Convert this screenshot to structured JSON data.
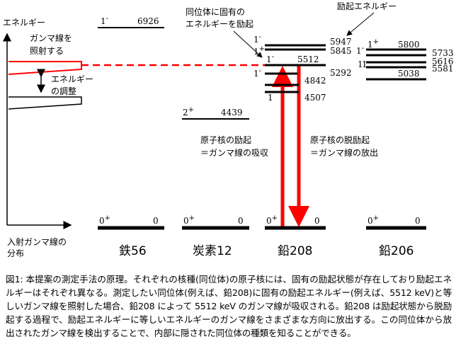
{
  "axes": {
    "y_label": "エネルギー",
    "x_label_line1": "入射ガンマ線の",
    "x_label_line2": "分布"
  },
  "left_panel": {
    "irradiate_line1": "ガンマ線を",
    "irradiate_line2": "照射する",
    "adjust_line1": "エネルギー",
    "adjust_line2": "の調整"
  },
  "callouts": {
    "isotope_line1": "同位体に固有の",
    "isotope_line2": "エネルギーを励起",
    "excited_energy": "励起エネルギー"
  },
  "process": {
    "excitation_line1": "原子核の励起",
    "excitation_line2": "＝ガンマ線の吸収",
    "deexcitation_line1": "原子核の脱励起",
    "deexcitation_line2": "＝ガンマ線の放出"
  },
  "nuclei": [
    {
      "name": "鉄56",
      "ground": {
        "spin": "0+",
        "energy": "0"
      },
      "levels": [
        {
          "spin": "1-",
          "energy": "6926"
        }
      ]
    },
    {
      "name": "炭素12",
      "ground": {
        "spin": "0+",
        "energy": "0"
      },
      "levels": [
        {
          "spin": "2+",
          "energy": "4439"
        }
      ]
    },
    {
      "name": "鉛208",
      "ground": {
        "spin": "0+",
        "energy": "0"
      },
      "levels": [
        {
          "spin": "1-",
          "energy": "5947"
        },
        {
          "spin": "1+",
          "energy": "5845"
        },
        {
          "spin": "1-",
          "energy": "5512"
        },
        {
          "spin": "1-",
          "energy": "5292"
        },
        {
          "spin": "",
          "energy": "4842"
        },
        {
          "spin": "1",
          "energy": "4507"
        }
      ]
    },
    {
      "name": "鉛206",
      "ground": {
        "spin": "0+",
        "energy": "0"
      },
      "levels": [
        {
          "spin": "1+",
          "energy": "5800"
        },
        {
          "spin": "1-",
          "energy": "5733"
        },
        {
          "spin": "1-",
          "energy": "5616"
        },
        {
          "spin": "1-",
          "energy": "5581"
        },
        {
          "spin": "",
          "energy": "5038"
        }
      ]
    }
  ],
  "caption": "図1:  本提案の測定手法の原理。それぞれの核種(同位体)の原子核には、固有の励起状態が存在しており励起エネルギーはそれぞれ異なる。測定したい同位体(例えば、鉛208)に固有の励起エネルギー(例えば、5512 keV)と等しいガンマ線を照射した場合、鉛208 によって 5512 keV のガンマ線が吸収される。鉛208 は励起状態から脱励起する過程で、励起エネルギーに等しいエネルギーのガンマ線をさまざまな方向に放出する。この同位体から放出されたガンマ線を検出することで、内部に隠された同位体の種類を知ることができる。",
  "colors": {
    "gamma_red": "#ff0000",
    "line_black": "#000000"
  }
}
